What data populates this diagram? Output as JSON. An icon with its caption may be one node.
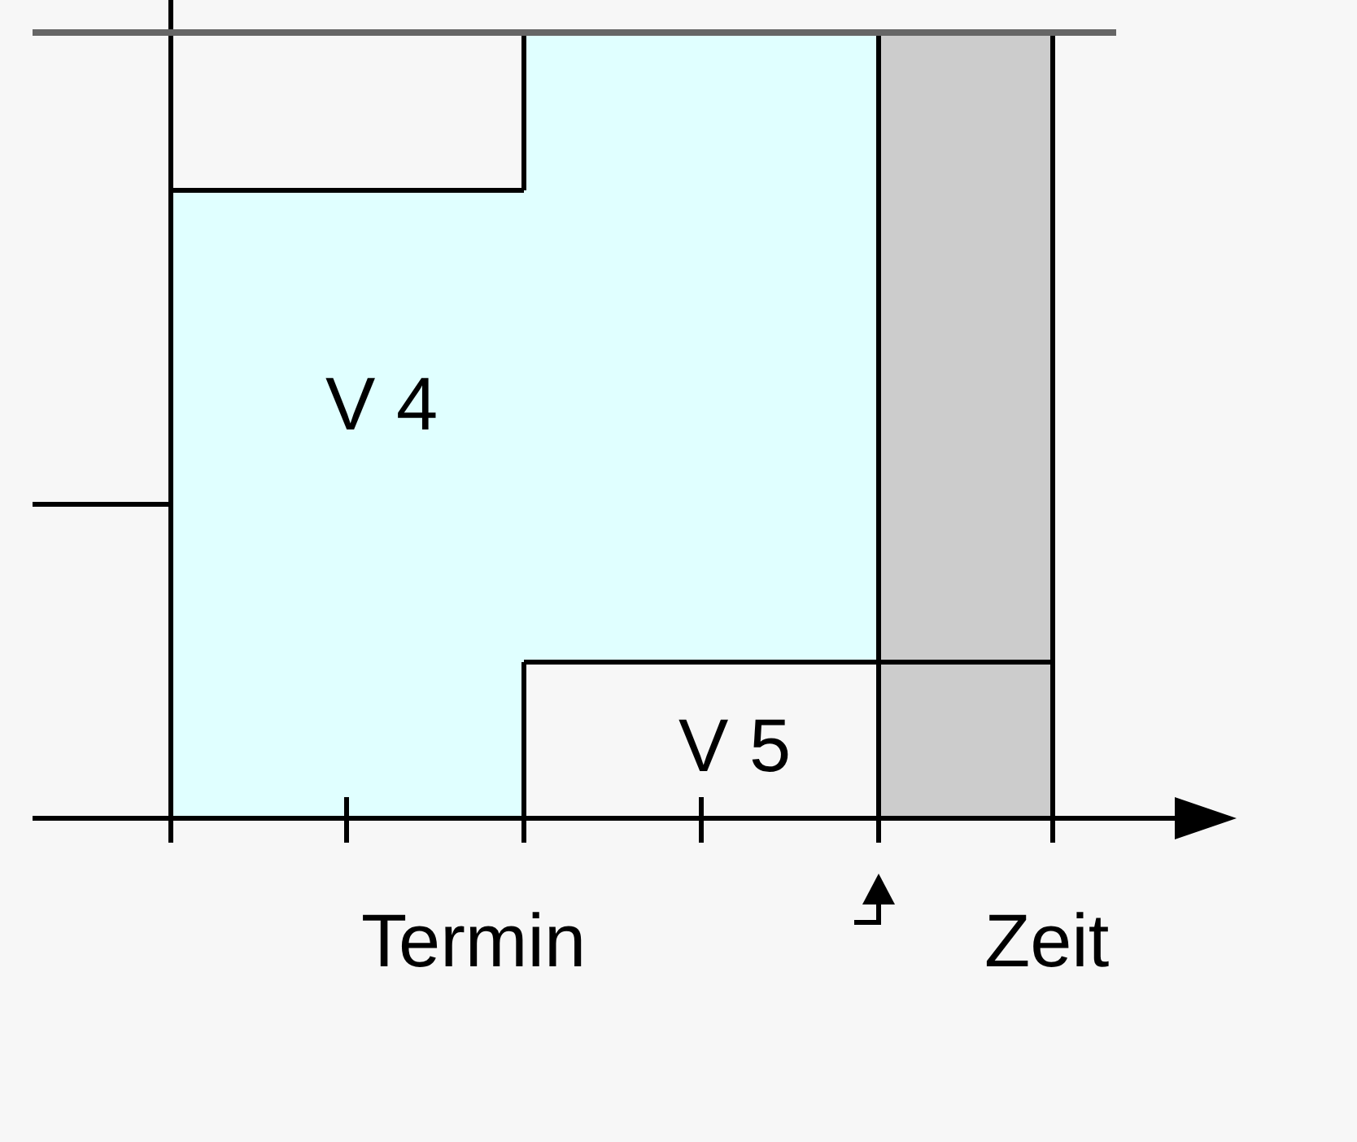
{
  "diagram": {
    "nodes": [
      {
        "text": [
          "V 4"
        ]
      },
      {
        "text": [
          "V 5"
        ]
      },
      {
        "text": [],
        "shape": "bar"
      }
    ],
    "labels": [
      "Termin",
      "Zeit"
    ]
  }
}
